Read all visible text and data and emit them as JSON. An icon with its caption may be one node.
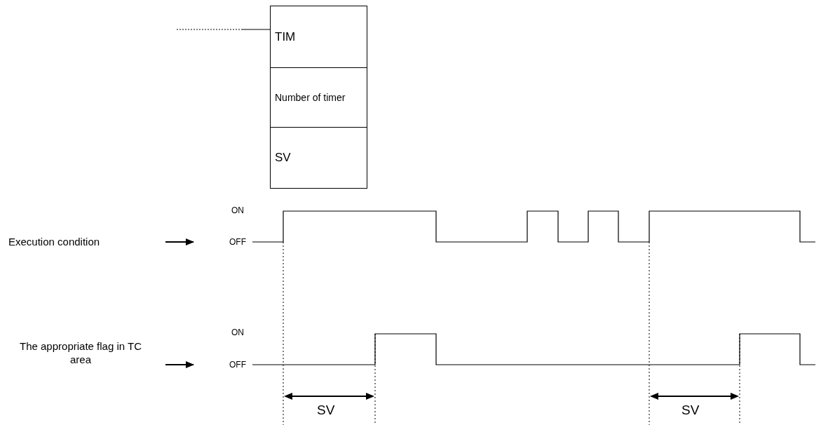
{
  "diagram": {
    "nodes": [
      {
        "text": [
          "TIM"
        ]
      },
      {
        "text": [
          "Number of timer"
        ]
      },
      {
        "text": [
          "SV"
        ]
      }
    ],
    "edges": [],
    "labels": [
      "ON",
      "Execution condition",
      "OFF",
      "ON",
      "The appropriate flag in TC area",
      "OFF",
      "SV",
      "SV"
    ]
  }
}
